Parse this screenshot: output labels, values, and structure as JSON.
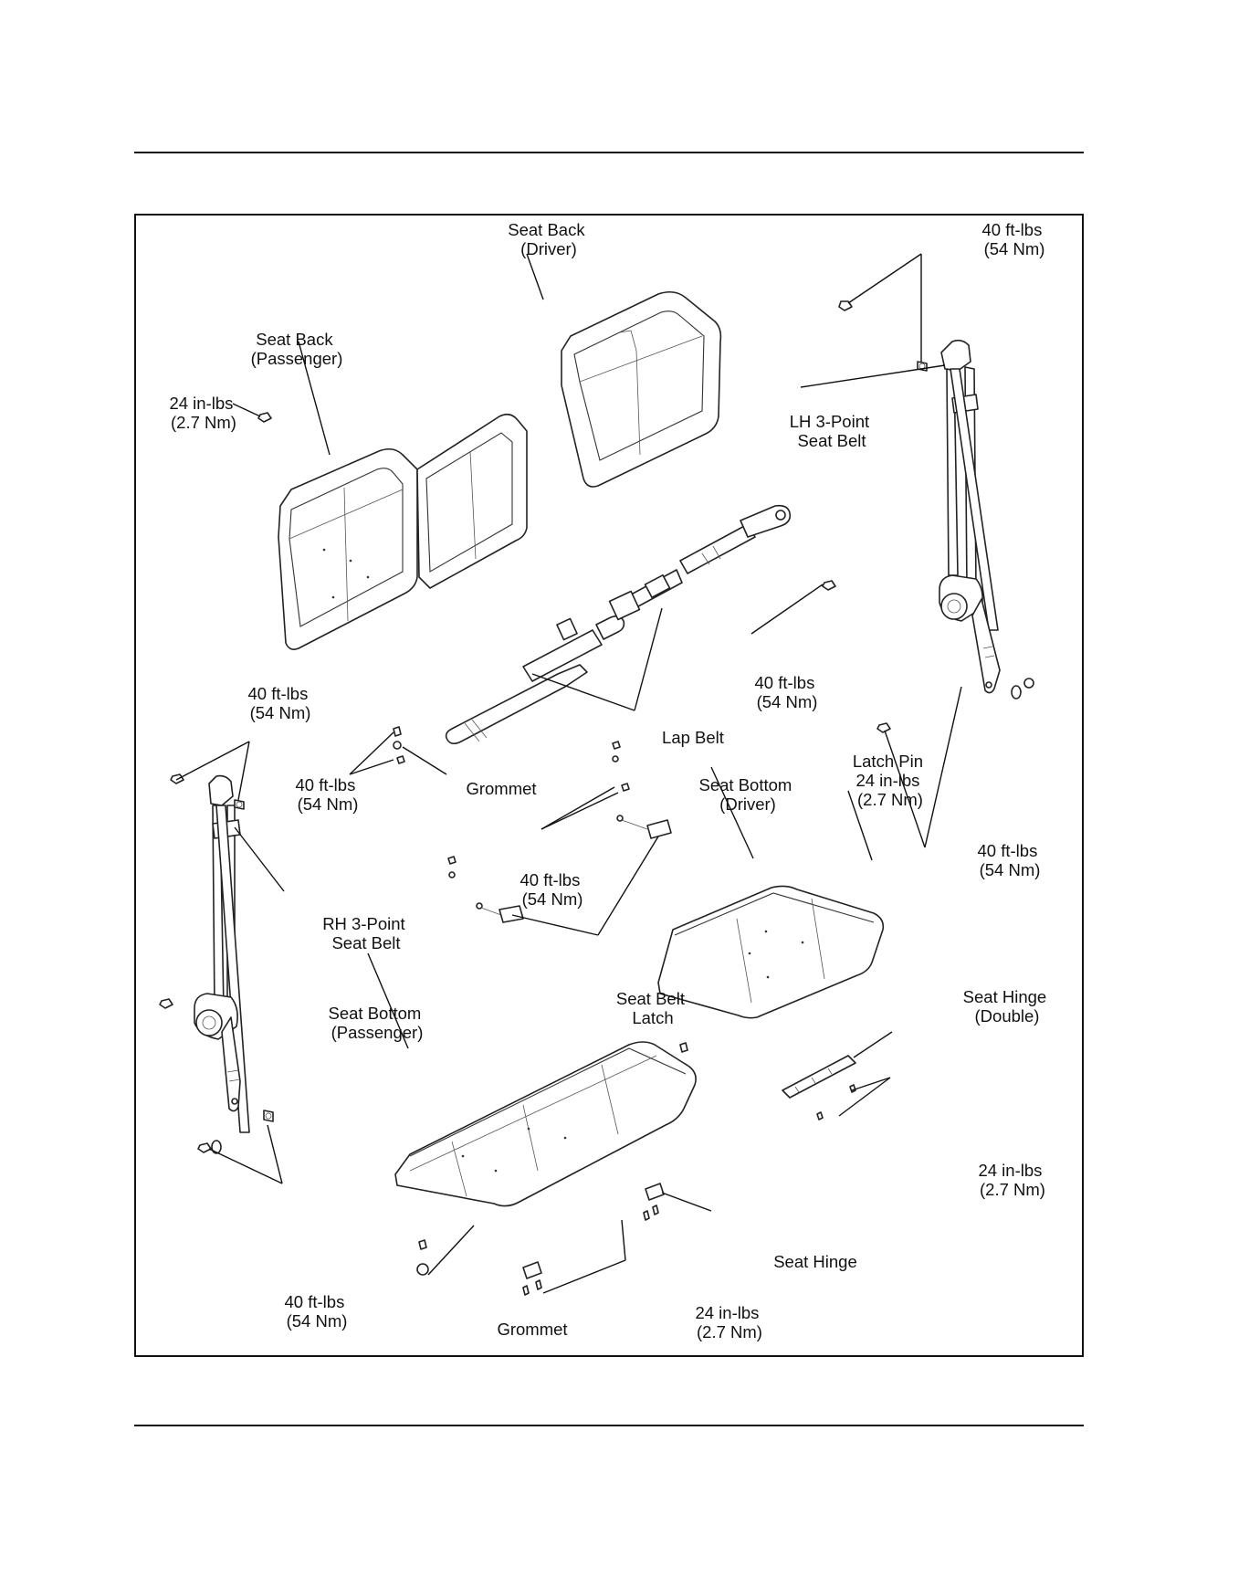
{
  "labels": {
    "seat_back_driver": [
      "Seat Back",
      "(Driver)"
    ],
    "seat_back_passenger": [
      "Seat Back",
      "(Passenger)"
    ],
    "torque_24_top_left": [
      "24 in-lbs",
      "(2.7 Nm)"
    ],
    "torque_40_top_right": [
      "40 ft-lbs",
      "(54 Nm)"
    ],
    "lh_seat_belt": [
      "LH 3-Point",
      "Seat Belt"
    ],
    "torque_40_mid_right": [
      "40 ft-lbs",
      "(54 Nm)"
    ],
    "lap_belt": [
      "Lap Belt"
    ],
    "torque_40_left": [
      "40 ft-lbs",
      "(54 Nm)"
    ],
    "torque_40_center_left": [
      "40 ft-lbs",
      "(54 Nm)"
    ],
    "grommet_top": [
      "Grommet"
    ],
    "seat_bottom_driver": [
      "Seat Bottom",
      "(Driver)"
    ],
    "latch_pin": [
      "Latch Pin",
      "24 in-lbs",
      "(2.7 Nm)"
    ],
    "torque_40_latch": [
      "40 ft-lbs",
      "(54 Nm)"
    ],
    "torque_40_lower_right": [
      "40 ft-lbs",
      "(54 Nm)"
    ],
    "rh_seat_belt": [
      "RH 3-Point",
      "Seat Belt"
    ],
    "seat_bottom_passenger": [
      "Seat Bottom",
      "(Passenger)"
    ],
    "seat_belt_latch": [
      "Seat Belt",
      "Latch"
    ],
    "seat_hinge_double": [
      "Seat Hinge",
      "(Double)"
    ],
    "torque_24_hinge_double": [
      "24 in-lbs",
      "(2.7 Nm)"
    ],
    "torque_40_bottom_left": [
      "40 ft-lbs",
      "(54 Nm)"
    ],
    "seat_hinge": [
      "Seat Hinge"
    ],
    "grommet_bottom": [
      "Grommet"
    ],
    "torque_24_bottom": [
      "24 in-lbs",
      "(2.7 Nm)"
    ]
  }
}
